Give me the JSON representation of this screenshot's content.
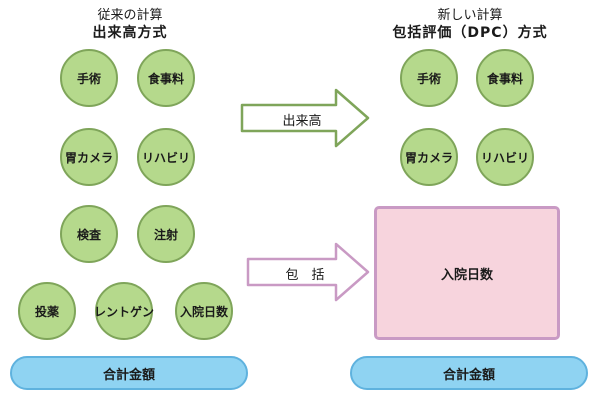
{
  "left": {
    "subtitle": "従来の計算",
    "title": "出来高方式",
    "items": [
      "手術",
      "食事料",
      "胃カメラ",
      "リハビリ",
      "検査",
      "注射",
      "投薬",
      "レントゲン",
      "入院日数"
    ],
    "total": "合計金額"
  },
  "right": {
    "subtitle": "新しい計算",
    "title": "包括評価（DPC）方式",
    "items": [
      "手術",
      "食事料",
      "胃カメラ",
      "リハビリ"
    ],
    "box": "入院日数",
    "total": "合計金額"
  },
  "arrows": {
    "top_label": "出来高",
    "bottom_label": "包　括"
  },
  "colors": {
    "circle_fill": "#b5d98c",
    "circle_border": "#7fa55a",
    "total_fill": "#8fd3f2",
    "box_fill": "#f7d4dd",
    "box_border": "#c99ac4",
    "arrow_top": "#7fa55a",
    "arrow_bottom": "#c99ac4"
  }
}
